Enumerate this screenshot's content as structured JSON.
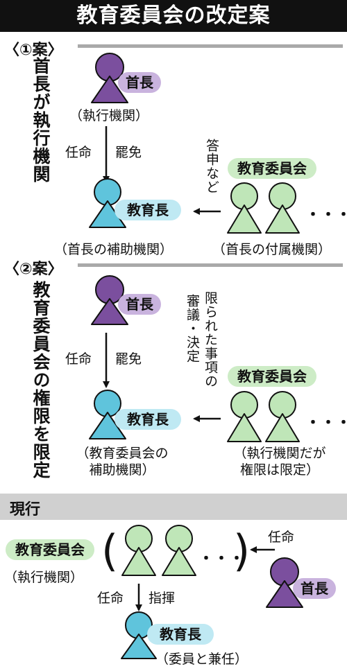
{
  "title": "教育委員会の改定案",
  "colors": {
    "purple": "#7b4f9e",
    "purple_light": "#c9b3de",
    "blue": "#5fc4dc",
    "blue_light": "#bfe9f3",
    "green": "#bfe6b8",
    "green_light": "#cdecc6",
    "band": "#d0d0d0"
  },
  "plan1": {
    "heading": "〈①案〉",
    "side": "首長が執行機関",
    "mayor": "首長",
    "mayor_sub": "（執行機関）",
    "appoint": "任命",
    "dismiss": "罷免",
    "superintendent": "教育長",
    "superintendent_sub": "（首長の補助機関）",
    "board": "教育委員会",
    "board_sub": "（首長の付属機関）",
    "relation": "答申など",
    "ellipsis": "・・・"
  },
  "plan2": {
    "heading": "〈②案〉",
    "side": "教育委員会の権限を限定",
    "mayor": "首長",
    "appoint": "任命",
    "dismiss": "罷免",
    "superintendent": "教育長",
    "superintendent_sub_1": "（教育委員会の",
    "superintendent_sub_2": "補助機関）",
    "board": "教育委員会",
    "board_sub_1": "（執行機関だが",
    "board_sub_2": "権限は限定）",
    "relation_1": "限られた事項の",
    "relation_2": "審議・決定",
    "ellipsis": "・・・"
  },
  "current": {
    "heading": "現行",
    "board": "教育委員会",
    "board_sub": "（執行機関）",
    "mayor": "首長",
    "mayor_appoint": "任命",
    "appoint": "任命",
    "direct": "指揮",
    "superintendent": "教育長",
    "superintendent_sub": "（委員と兼任）",
    "ellipsis": "・・・",
    "paren_open": "(",
    "paren_close": ")"
  }
}
